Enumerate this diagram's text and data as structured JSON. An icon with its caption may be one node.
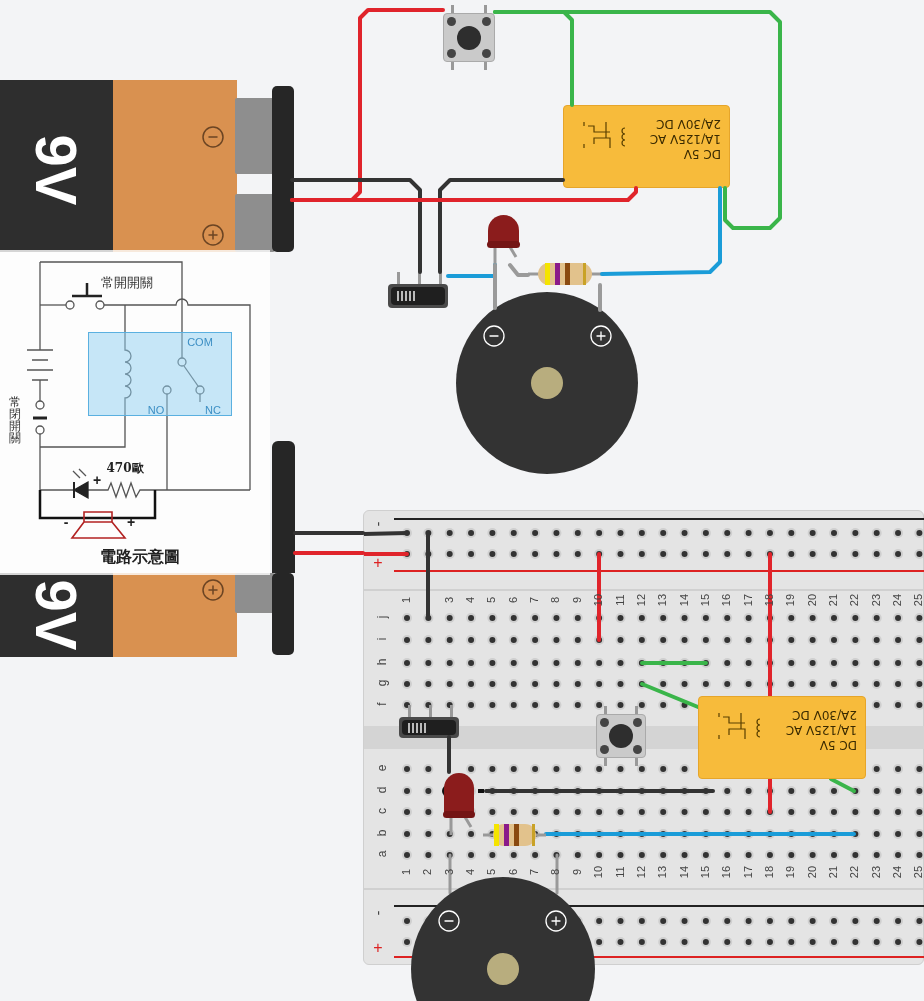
{
  "diagram": {
    "nodes": [
      {
        "text": [
          "9V"
        ]
      },
      {
        "text": [],
        "shape": "button"
      },
      {
        "text": [
          "DC 5V",
          "1A/125V AC",
          "2A/30V DC"
        ]
      },
      {
        "text": [],
        "shape": "switch"
      },
      {
        "text": [],
        "shape": "led"
      },
      {
        "text": [],
        "shape": "resistor"
      },
      {
        "text": [],
        "shape": "circle"
      },
      {
        "text": [
          "電路示意圖"
        ]
      },
      {
        "text": [
          "COM",
          "NO",
          "NC"
        ],
        "in": 7
      },
      {
        "text": [
          "9V"
        ]
      },
      {
        "text": [],
        "shape": "board"
      },
      {
        "text": [],
        "shape": "switch",
        "in": 10
      },
      {
        "text": [],
        "shape": "button",
        "in": 10
      },
      {
        "text": [
          "DC 5V",
          "1A/125V AC",
          "2A/30V DC"
        ],
        "in": 10
      },
      {
        "text": [],
        "shape": "led",
        "in": 10
      },
      {
        "text": [],
        "shape": "resistor",
        "in": 10
      },
      {
        "text": [],
        "shape": "circle"
      },
      {
        "text": [],
        "shape": "bar"
      }
    ],
    "edges": [
      {
        "from": 0,
        "to": 1,
        "arrow": "none",
        "color": "#e0242b"
      },
      {
        "from": 1,
        "to": 2,
        "arrow": "none",
        "color": "#3ab54a"
      },
      {
        "from": 1,
        "to": 2,
        "arrow": "none",
        "color": "#3ab54a"
      },
      {
        "from": 0,
        "to": 3,
        "arrow": "none",
        "color": "#333333"
      },
      {
        "from": 2,
        "to": 3,
        "arrow": "none",
        "color": "#333333"
      },
      {
        "from": 0,
        "to": 2,
        "arrow": "none",
        "color": "#e0242b"
      },
      {
        "from": 3,
        "to": 4,
        "arrow": "none",
        "color": "#1a9cd8"
      },
      {
        "from": 5,
        "to": 2,
        "arrow": "none",
        "color": "#1a9cd8"
      },
      {
        "from": 4,
        "to": 5,
        "arrow": "none",
        "color": "#9a9a9a"
      },
      {
        "from": 4,
        "to": 6,
        "arrow": "none",
        "color": "#9a9a9a"
      },
      {
        "from": 5,
        "to": 6,
        "arrow": "none",
        "color": "#9a9a9a"
      },
      {
        "from": 17,
        "to": 10,
        "arrow": "none",
        "color": "#333333"
      },
      {
        "from": 17,
        "to": 10,
        "arrow": "none",
        "color": "#e0242b"
      },
      {
        "from": 11,
        "to": 14,
        "arrow": "none",
        "color": "#333333"
      }
    ],
    "labels": [
      "常開開關",
      "常閉開關",
      "470歐",
      "+",
      "-",
      "+",
      "-",
      "+",
      "1",
      "3",
      "4",
      "5",
      "6",
      "7",
      "8",
      "9",
      "10",
      "11",
      "12",
      "13",
      "14",
      "15",
      "16",
      "17",
      "18",
      "19",
      "20",
      "21",
      "22",
      "23",
      "24",
      "25",
      "j",
      "i",
      "h",
      "g",
      "f",
      "e",
      "d",
      "c",
      "b",
      "a",
      "1",
      "2",
      "3",
      "4",
      "5",
      "6",
      "7",
      "8",
      "9",
      "10",
      "11",
      "12",
      "13",
      "14",
      "15",
      "16",
      "17",
      "18",
      "19",
      "20",
      "21",
      "22",
      "23",
      "24",
      "25",
      "-",
      "+"
    ]
  }
}
